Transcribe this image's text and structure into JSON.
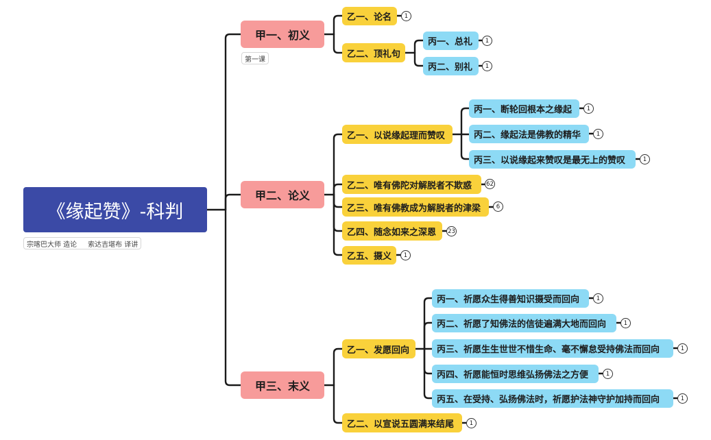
{
  "root": {
    "title": "《缘起赞》-科判",
    "note": "宗喀巴大师 造论     索达吉堪布 译讲"
  },
  "sections": [
    {
      "label": "甲一、初义",
      "note": "第一课",
      "children": [
        {
          "label": "乙一、论名",
          "badge": "1"
        },
        {
          "label": "乙二、顶礼句",
          "children": [
            {
              "label": "丙一、总礼",
              "badge": "1"
            },
            {
              "label": "丙二、别礼",
              "badge": "1"
            }
          ]
        }
      ]
    },
    {
      "label": "甲二、论义",
      "children": [
        {
          "label": "乙一、以说缘起理而赞叹",
          "children": [
            {
              "label": "丙一、断轮回根本之缘起",
              "badge": "1"
            },
            {
              "label": "丙二、缘起法是佛教的精华",
              "badge": "1"
            },
            {
              "label": "丙三、以说缘起来赞叹是最无上的赞叹",
              "badge": "1"
            }
          ]
        },
        {
          "label": "乙二、唯有佛陀对解脱者不欺惑",
          "badge": "62"
        },
        {
          "label": "乙三、唯有佛教成为解脱者的津梁",
          "badge": "6"
        },
        {
          "label": "乙四、随念如来之深恩",
          "badge": "23"
        },
        {
          "label": "乙五、摄义",
          "badge": "1"
        }
      ]
    },
    {
      "label": "甲三、末义",
      "children": [
        {
          "label": "乙一、发愿回向",
          "children": [
            {
              "label": "丙一、祈愿众生得善知识摄受而回向",
              "badge": "1"
            },
            {
              "label": "丙二、祈愿了知佛法的信徒遍满大地而回向",
              "badge": "1"
            },
            {
              "label": "丙三、祈愿生生世世不惜生命、毫不懈怠受持佛法而回向",
              "badge": "1"
            },
            {
              "label": "丙四、祈愿能恒时思维弘扬佛法之方便",
              "badge": "1"
            },
            {
              "label": "丙五、在受持、弘扬佛法时，祈愿护法神守护加持而回向",
              "badge": "1"
            }
          ]
        },
        {
          "label": "乙二、以宣说五圆满来结尾",
          "badge": "1"
        }
      ]
    }
  ]
}
